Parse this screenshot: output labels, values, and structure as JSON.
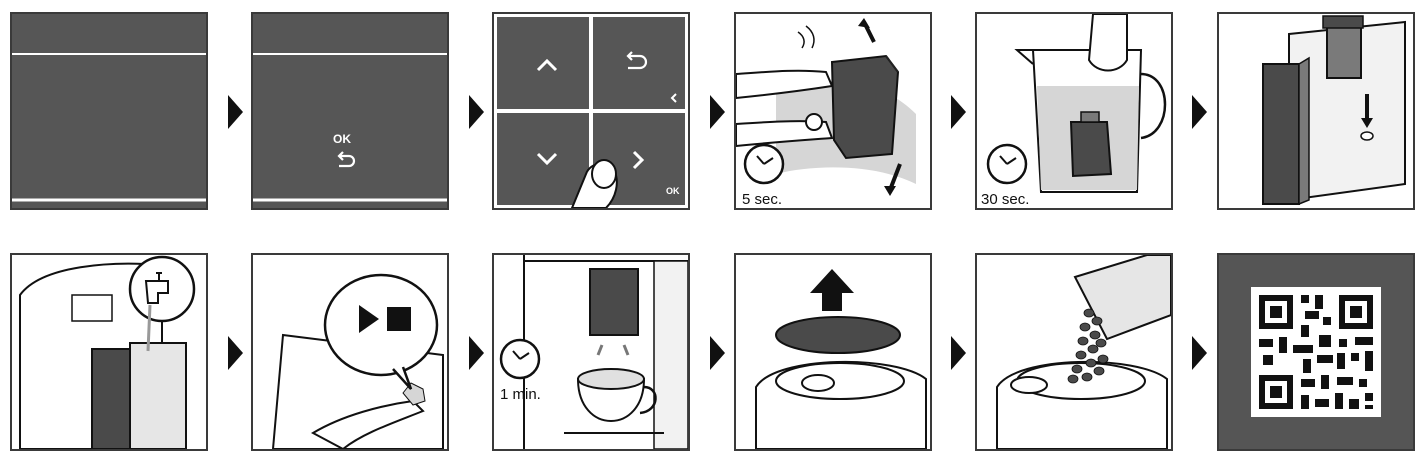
{
  "colors": {
    "screen": "#565656",
    "dark_part": "#4a4a4a",
    "mid_part": "#7a7a7a",
    "light_part": "#d6d6d6",
    "line": "#111111",
    "qr_bg": "#555555"
  },
  "steps": [
    {
      "icon": "dark-screen-icon"
    },
    {
      "icon": "ok-back-screen-icon",
      "ok_label": "OK"
    },
    {
      "icon": "touch-buttons-icon",
      "ok_label": "OK"
    },
    {
      "icon": "shake-filter-icon",
      "time_label": "5 sec."
    },
    {
      "icon": "soak-filter-icon",
      "time_label": "30 sec."
    },
    {
      "icon": "insert-filter-tank-icon"
    },
    {
      "icon": "fill-tank-tap-icon"
    },
    {
      "icon": "press-start-stop-icon"
    },
    {
      "icon": "brew-cup-icon",
      "time_label": "1 min."
    },
    {
      "icon": "remove-bean-lid-icon"
    },
    {
      "icon": "pour-beans-icon"
    },
    {
      "icon": "qr-code-icon"
    }
  ]
}
